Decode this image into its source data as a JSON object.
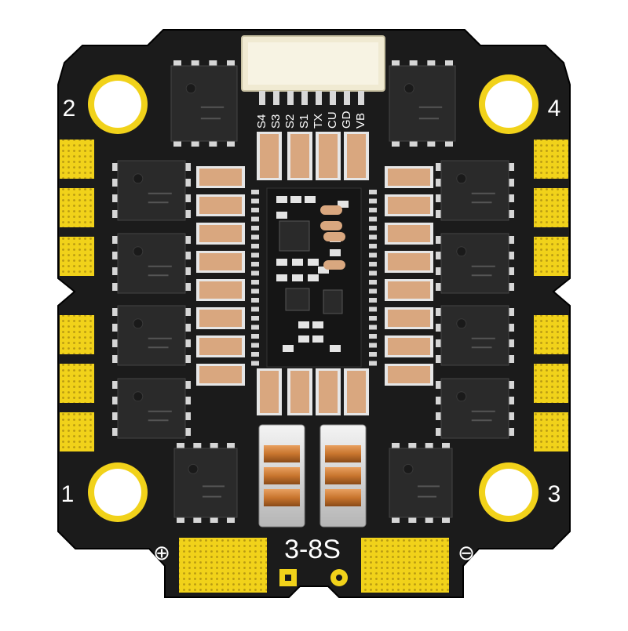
{
  "board": {
    "voltage_label": "3-8S",
    "corner_numbers": [
      "1",
      "2",
      "3",
      "4"
    ],
    "connector_pins": [
      "S4",
      "S3",
      "S2",
      "S1",
      "TX",
      "CU",
      "GD",
      "VB"
    ],
    "positive_symbol": "⊕",
    "negative_symbol": "⊖",
    "colors": {
      "pcb": "#1b1b1b",
      "gold": "#f1d21a",
      "capacitor": "#d9a77f",
      "chip": "#2a2a2a",
      "connector": "#f0ead2",
      "inductor_copper": "#c8752e"
    }
  }
}
